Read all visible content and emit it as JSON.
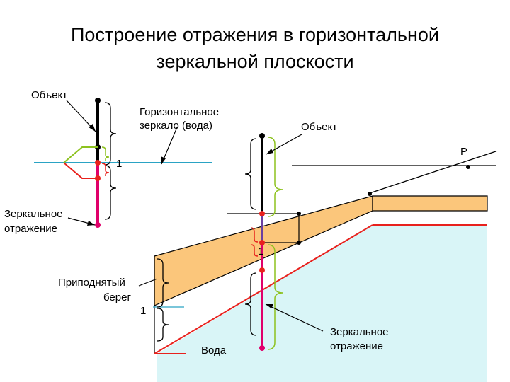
{
  "title": {
    "line1": "Построение отражения в горизонтальной",
    "line2": "зеркальной плоскости"
  },
  "labels": {
    "object_left": "Объект",
    "mirror_line1": "Горизонтальное",
    "mirror_line2": "зеркало (вода)",
    "object_right": "Объект",
    "point_p": "P",
    "reflection_left_line1": "Зеркальное",
    "reflection_left_line2": "отражение",
    "unit_left": "1",
    "unit_middle": "1",
    "unit_bank": "1",
    "bank_line1": "Приподнятый",
    "bank_line2": "берег",
    "water": "Вода",
    "reflection_right_line1": "Зеркальное",
    "reflection_right_line2": "отражение"
  },
  "colors": {
    "bank_fill": "#fbc67b",
    "water_fill": "#d9f5f7",
    "object_line": "#000000",
    "reflection_line": "#e0006a",
    "mirror_line": "#2aa3c4",
    "red_line": "#e8211d",
    "green_line": "#8dc21f",
    "purple_line": "#6b3fa0"
  }
}
